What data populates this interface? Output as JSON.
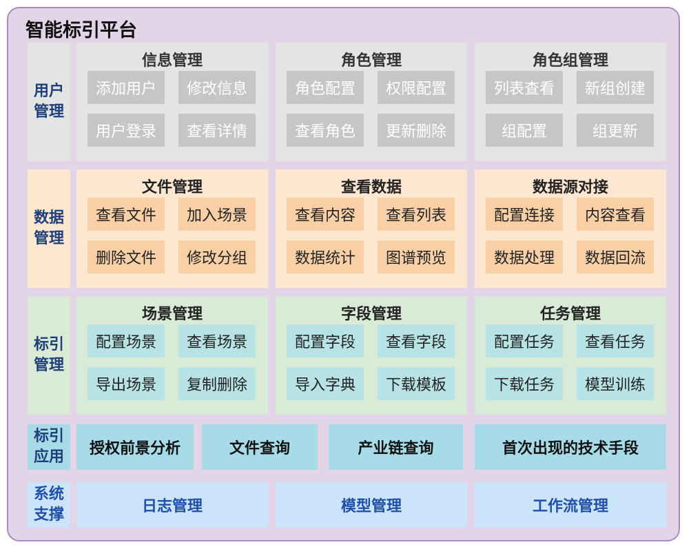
{
  "title": "智能标引平台",
  "rows": {
    "user": {
      "label_line1": "用户",
      "label_line2": "管理",
      "groups": [
        {
          "title": "信息管理",
          "items": [
            "添加用户",
            "修改信息",
            "用户登录",
            "查看详情"
          ]
        },
        {
          "title": "角色管理",
          "items": [
            "角色配置",
            "权限配置",
            "查看角色",
            "更新删除"
          ]
        },
        {
          "title": "角色组管理",
          "items": [
            "列表查看",
            "新组创建",
            "组配置",
            "组更新"
          ]
        }
      ]
    },
    "data": {
      "label_line1": "数据",
      "label_line2": "管理",
      "groups": [
        {
          "title": "文件管理",
          "items": [
            "查看文件",
            "加入场景",
            "删除文件",
            "修改分组"
          ]
        },
        {
          "title": "查看数据",
          "items": [
            "查看内容",
            "查看列表",
            "数据统计",
            "图谱预览"
          ]
        },
        {
          "title": "数据源对接",
          "items": [
            "配置连接",
            "内容查看",
            "数据处理",
            "数据回流"
          ]
        }
      ]
    },
    "index": {
      "label_line1": "标引",
      "label_line2": "管理",
      "groups": [
        {
          "title": "场景管理",
          "items": [
            "配置场景",
            "查看场景",
            "导出场景",
            "复制删除"
          ]
        },
        {
          "title": "字段管理",
          "items": [
            "配置字段",
            "查看字段",
            "导入字典",
            "下载模板"
          ]
        },
        {
          "title": "任务管理",
          "items": [
            "配置任务",
            "查看任务",
            "下载任务",
            "模型训练"
          ]
        }
      ]
    },
    "app": {
      "label_line1": "标引",
      "label_line2": "应用",
      "items": [
        "授权前景分析",
        "文件查询",
        "产业链查询",
        "首次出现的技术手段"
      ]
    },
    "support": {
      "label_line1": "系统",
      "label_line2": "支撑",
      "items": [
        "日志管理",
        "模型管理",
        "工作流管理"
      ]
    }
  },
  "colors": {
    "frame_bg": "#e2d5e8",
    "frame_border": "#a88bbc",
    "user_bg": "#e4e4e4",
    "user_chip": "#c6c6c6",
    "user_text": "#ffffff",
    "user_title": "#333333",
    "data_bg": "#fde7d0",
    "data_chip": "#f9d0a6",
    "index_bg": "#d9ead7",
    "index_chip": "#b7e3e7",
    "app_bg": "#a8dbe8",
    "support_bg": "#cce4fa",
    "label_text": "#1f3f7a",
    "support_text": "#1f4fa8"
  }
}
